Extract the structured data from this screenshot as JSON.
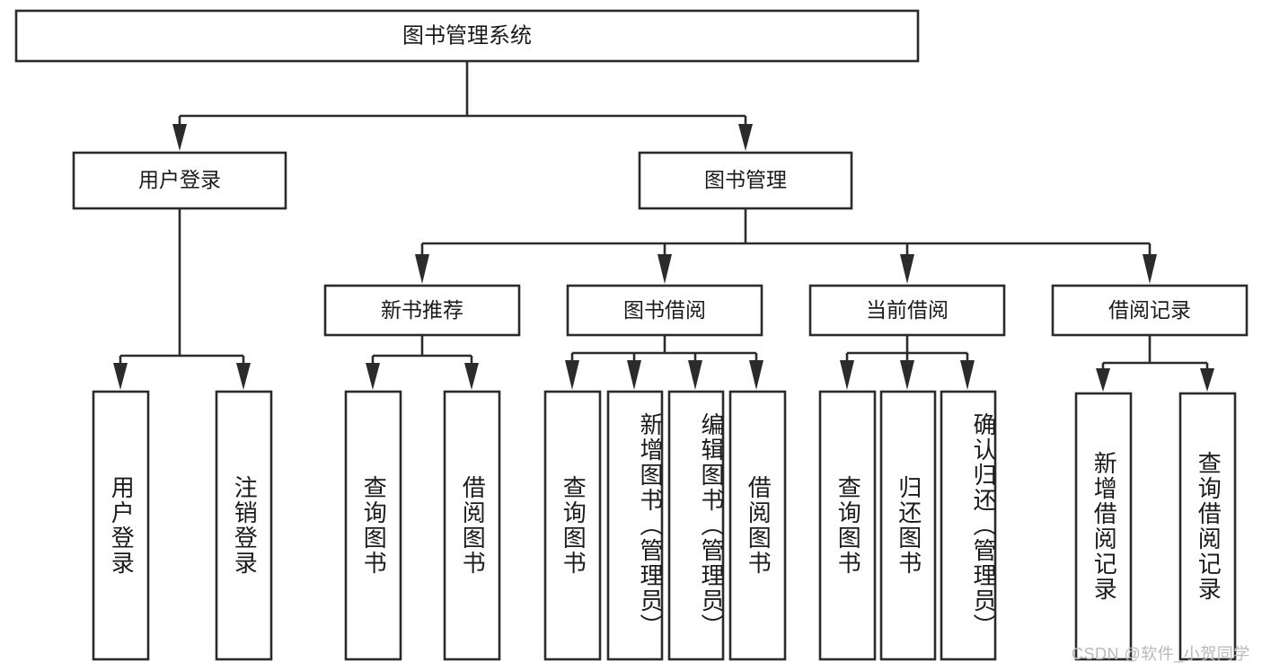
{
  "diagram": {
    "type": "tree-hierarchy-chart",
    "title": "图书管理系统",
    "background_color": "#ffffff",
    "stroke_color": "#2b2b2b",
    "text_color": "#1b1b1b",
    "levels": {
      "root": {
        "id": "root",
        "label": "图书管理系统",
        "orientation": "horizontal"
      },
      "level2": [
        {
          "id": "user-login",
          "label": "用户登录",
          "orientation": "horizontal"
        },
        {
          "id": "book-management",
          "label": "图书管理",
          "orientation": "horizontal"
        }
      ],
      "level3": [
        {
          "id": "new-book-recommend",
          "label": "新书推荐",
          "orientation": "horizontal",
          "parent": "book-management"
        },
        {
          "id": "book-borrow",
          "label": "图书借阅",
          "orientation": "horizontal",
          "parent": "book-management"
        },
        {
          "id": "current-borrow",
          "label": "当前借阅",
          "orientation": "horizontal",
          "parent": "book-management"
        },
        {
          "id": "borrow-record",
          "label": "借阅记录",
          "orientation": "horizontal",
          "parent": "book-management"
        }
      ],
      "leaves": [
        {
          "id": "leaf-user-login",
          "label": "用户登录",
          "orientation": "vertical",
          "parent": "user-login"
        },
        {
          "id": "leaf-user-logout",
          "label": "注销登录",
          "orientation": "vertical",
          "parent": "user-login"
        },
        {
          "id": "leaf-query-book-1",
          "label": "查询图书",
          "orientation": "vertical",
          "parent": "new-book-recommend"
        },
        {
          "id": "leaf-borrow-book-1",
          "label": "借阅图书",
          "orientation": "vertical",
          "parent": "new-book-recommend"
        },
        {
          "id": "leaf-query-book-2",
          "label": "查询图书",
          "orientation": "vertical",
          "parent": "book-borrow"
        },
        {
          "id": "leaf-add-book",
          "label": "新增图书（管理员）",
          "orientation": "vertical",
          "parent": "book-borrow"
        },
        {
          "id": "leaf-edit-book",
          "label": "编辑图书（管理员）",
          "orientation": "vertical",
          "parent": "book-borrow"
        },
        {
          "id": "leaf-borrow-book-2",
          "label": "借阅图书",
          "orientation": "vertical",
          "parent": "book-borrow"
        },
        {
          "id": "leaf-query-book-3",
          "label": "查询图书",
          "orientation": "vertical",
          "parent": "current-borrow"
        },
        {
          "id": "leaf-return-book",
          "label": "归还图书",
          "orientation": "vertical",
          "parent": "current-borrow"
        },
        {
          "id": "leaf-confirm-return",
          "label": "确认归还（管理员）",
          "orientation": "vertical",
          "parent": "current-borrow"
        },
        {
          "id": "leaf-add-record",
          "label": "新增借阅记录",
          "orientation": "vertical",
          "parent": "borrow-record"
        },
        {
          "id": "leaf-query-record",
          "label": "查询借阅记录",
          "orientation": "vertical",
          "parent": "borrow-record"
        }
      ]
    }
  },
  "watermark": {
    "text": "CSDN @软件_小贺同学",
    "color": "#b9b9b9"
  }
}
